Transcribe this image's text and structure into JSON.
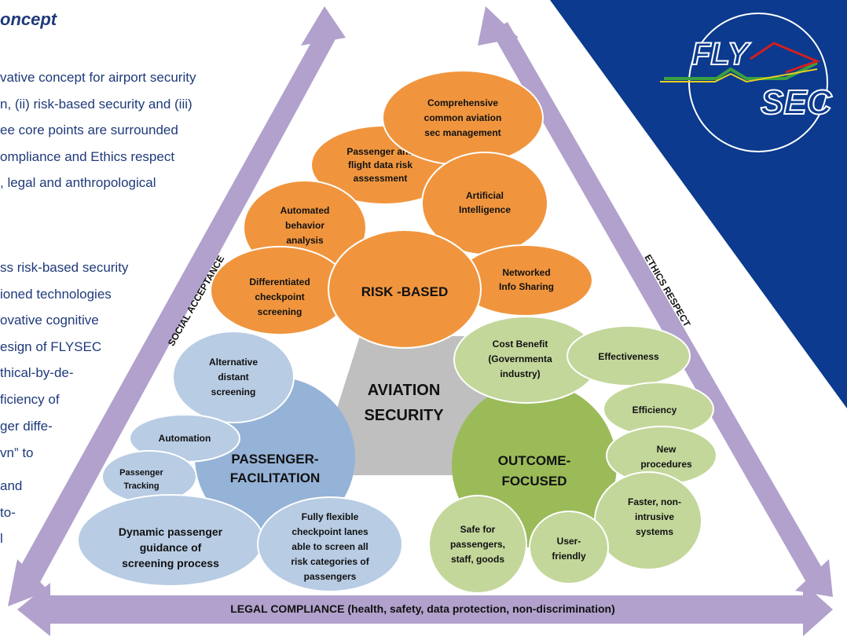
{
  "heading": "oncept",
  "left_text": [
    "vative concept for airport security",
    "n, (ii) risk-based security and (iii)",
    "ee core points are surrounded",
    "ompliance and Ethics respect",
    ", legal and anthropological",
    "ss risk-based security",
    "ioned technologies",
    "ovative cognitive",
    "esign of FLYSEC",
    "thical-by-de-",
    "ficiency of",
    "ger diffe-",
    "vn” to",
    "and",
    "to-",
    "l"
  ],
  "logo": {
    "top": "FLY",
    "bottom": "SEC"
  },
  "sides": {
    "left": "SOCIAL ACCEPTANCE",
    "right": "ETHICS RESPECT",
    "bottom": "LEGAL COMPLIANCE (health, safety, data protection, non-discrimination)"
  },
  "center": [
    "AVIATION",
    "SECURITY"
  ],
  "risk_based": {
    "main": "RISK -BASED",
    "items": {
      "comprehensive": [
        "Comprehensive",
        "common aviation",
        "sec management"
      ],
      "passenger_data": [
        "Passenger and",
        "flight data risk",
        "assessment"
      ],
      "ai": [
        "Artificial",
        "Intelligence"
      ],
      "behavior": [
        "Automated",
        "behavior",
        "analysis"
      ],
      "networked": [
        "Networked",
        "Info Sharing"
      ],
      "differentiated": [
        "Differentiated",
        "checkpoint",
        "screening"
      ]
    }
  },
  "passenger_facilitation": {
    "main": [
      "PASSENGER-",
      "FACILITATION"
    ],
    "items": {
      "alternative": [
        "Alternative",
        "distant",
        "screening"
      ],
      "automation": [
        "Automation"
      ],
      "tracking": [
        "Passenger",
        "Tracking"
      ],
      "dynamic": [
        "Dynamic passenger",
        "guidance of",
        "screening process"
      ],
      "flexible": [
        "Fully flexible",
        "checkpoint lanes",
        "able to screen all",
        "risk categories of",
        "passengers"
      ]
    }
  },
  "outcome_focused": {
    "main": [
      "OUTCOME-",
      "FOCUSED"
    ],
    "items": {
      "cost": [
        "Cost Benefit",
        "(Governmenta",
        "industry)"
      ],
      "effectiveness": [
        "Effectiveness"
      ],
      "efficiency": [
        "Efficiency"
      ],
      "new_procedures": [
        "New",
        "procedures"
      ],
      "faster": [
        "Faster, non-",
        "intrusive",
        "systems"
      ],
      "safe": [
        "Safe for",
        "passengers,",
        "staff, goods"
      ],
      "user_friendly": [
        "User-",
        "friendly"
      ]
    }
  },
  "colors": {
    "arrow": "#b1a1cc",
    "orange": "#f0953e",
    "blue_light": "#b8cce4",
    "blue_mid": "#95b3d7",
    "green_light": "#c4d79b",
    "green_mid": "#9bbb59",
    "center_gray": "#bfbfbf",
    "navy": "#0b3a8e",
    "text_dark": "#111111"
  }
}
